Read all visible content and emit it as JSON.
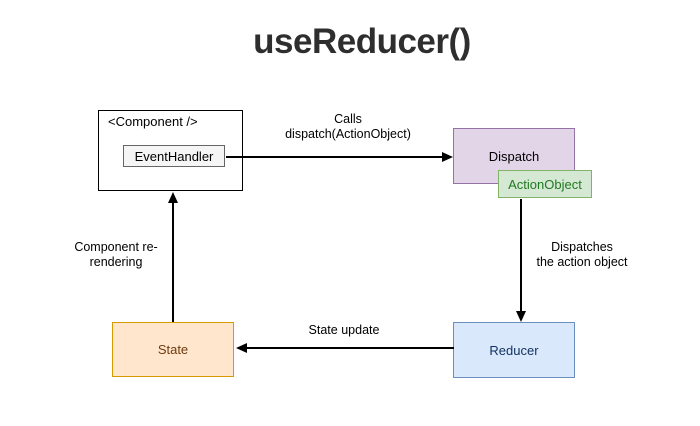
{
  "title": "useReducer()",
  "nodes": {
    "component": {
      "label": "<Component />"
    },
    "event_handler": {
      "label": "EventHandler"
    },
    "dispatch": {
      "label": "Dispatch"
    },
    "action_object": {
      "label": "ActionObject"
    },
    "reducer": {
      "label": "Reducer"
    },
    "state": {
      "label": "State"
    }
  },
  "edges": {
    "calls": {
      "label": "Calls\ndispatch(ActionObject)",
      "from": "EventHandler",
      "to": "Dispatch"
    },
    "dispatches": {
      "label": "Dispatches\nthe action object",
      "from": "ActionObject",
      "to": "Reducer"
    },
    "state_update": {
      "label": "State update",
      "from": "Reducer",
      "to": "State"
    },
    "rerender": {
      "label": "Component re-\nrendering",
      "from": "State",
      "to": "Component"
    }
  },
  "colors": {
    "background": "#ffffff",
    "line": "#000000",
    "title_text": "#2e2e2e",
    "component_fill": "#ffffff",
    "component_border": "#000000",
    "event_handler_fill": "#f5f5f5",
    "event_handler_border": "#666666",
    "dispatch_fill": "#e1d5e7",
    "dispatch_border": "#9673a6",
    "action_object_fill": "#d5e8d4",
    "action_object_border": "#82b366",
    "action_object_text": "#1f7a1f",
    "reducer_fill": "#dae8fc",
    "reducer_border": "#6c8ebf",
    "reducer_text": "#10325e",
    "state_fill": "#ffe6cc",
    "state_border": "#d79b00",
    "state_text": "#6e3b10"
  }
}
